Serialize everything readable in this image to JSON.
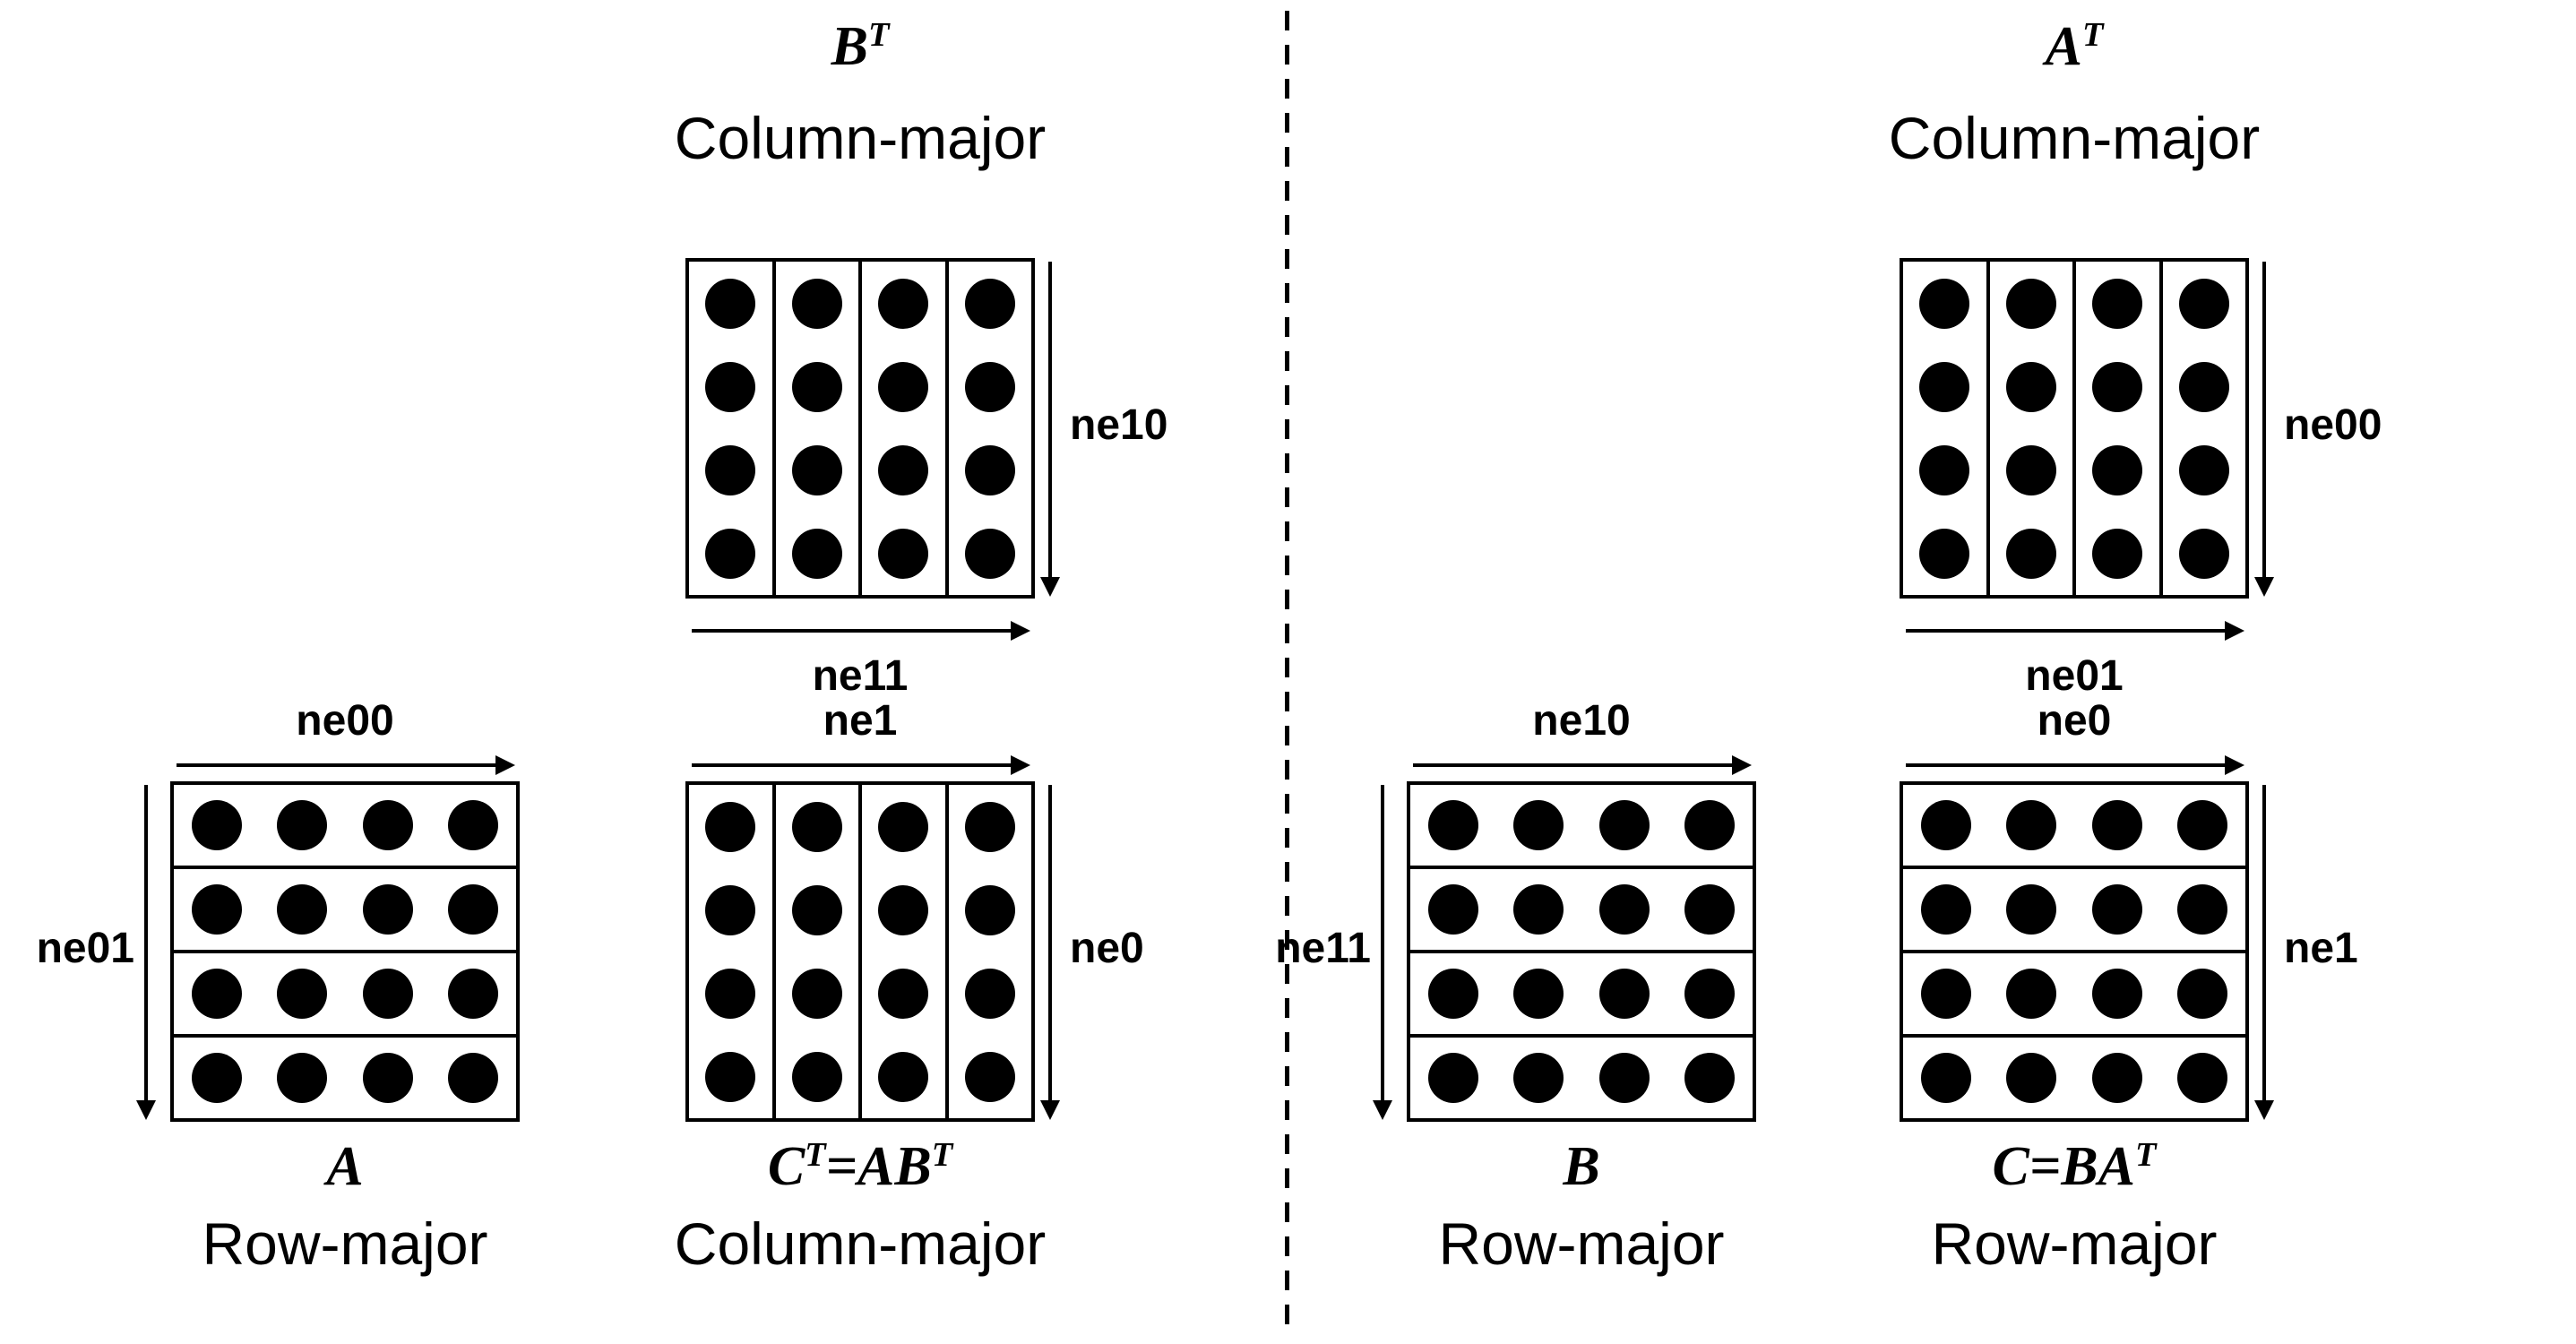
{
  "colors": {
    "background": "#ffffff",
    "ink": "#000000"
  },
  "divider": {
    "orientation": "vertical",
    "style": "dashed"
  },
  "matrices": [
    {
      "id": "B-transpose",
      "name_segments": [
        {
          "text": "B"
        },
        {
          "text": "T",
          "sup": true
        }
      ],
      "storage": "Column-major",
      "grid": {
        "orientation": "column",
        "rows": 4,
        "cols": 4
      },
      "v_arrow_label": "ne10",
      "h_arrow_label": "ne11"
    },
    {
      "id": "A",
      "name_segments": [
        {
          "text": "A"
        }
      ],
      "storage": "Row-major",
      "grid": {
        "orientation": "row",
        "rows": 4,
        "cols": 4
      },
      "h_arrow_label": "ne00",
      "v_arrow_label": "ne01"
    },
    {
      "id": "C-transpose",
      "name_segments": [
        {
          "text": "C"
        },
        {
          "text": "T",
          "sup": true
        },
        {
          "text": "=AB"
        },
        {
          "text": "T",
          "sup": true
        }
      ],
      "storage": "Column-major",
      "grid": {
        "orientation": "column",
        "rows": 4,
        "cols": 4
      },
      "h_arrow_label": "ne1",
      "v_arrow_label": "ne0"
    },
    {
      "id": "A-transpose",
      "name_segments": [
        {
          "text": "A"
        },
        {
          "text": "T",
          "sup": true
        }
      ],
      "storage": "Column-major",
      "grid": {
        "orientation": "column",
        "rows": 4,
        "cols": 4
      },
      "v_arrow_label": "ne00",
      "h_arrow_label": "ne01"
    },
    {
      "id": "B",
      "name_segments": [
        {
          "text": "B"
        }
      ],
      "storage": "Row-major",
      "grid": {
        "orientation": "row",
        "rows": 4,
        "cols": 4
      },
      "h_arrow_label": "ne10",
      "v_arrow_label": "ne11"
    },
    {
      "id": "C",
      "name_segments": [
        {
          "text": "C"
        },
        {
          "text": "=BA"
        },
        {
          "text": "T",
          "sup": true
        }
      ],
      "storage": "Row-major",
      "grid": {
        "orientation": "row",
        "rows": 4,
        "cols": 4
      },
      "h_arrow_label": "ne0",
      "v_arrow_label": "ne1"
    }
  ]
}
